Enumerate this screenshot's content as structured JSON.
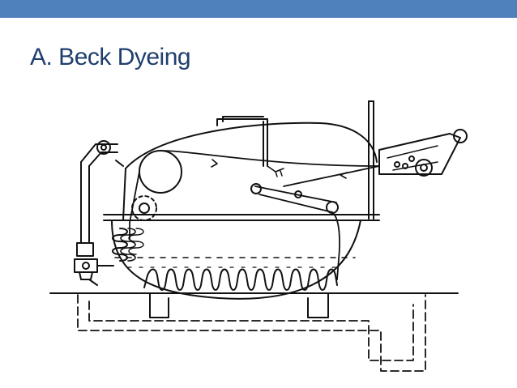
{
  "slide": {
    "title": "A. Beck Dyeing",
    "accent_color": "#4f81bd",
    "title_color": "#1f3f6e"
  },
  "diagram": {
    "subject": "beck-dyeing-machine",
    "line_color": "#111111",
    "components": [
      "winch-reel",
      "guide-roller",
      "steam-heating-coil",
      "bottom-heating-coil",
      "dye-liquor",
      "vertical-pipe",
      "valve",
      "fabric-path",
      "feed-unit",
      "foundation",
      "support-legs"
    ]
  }
}
